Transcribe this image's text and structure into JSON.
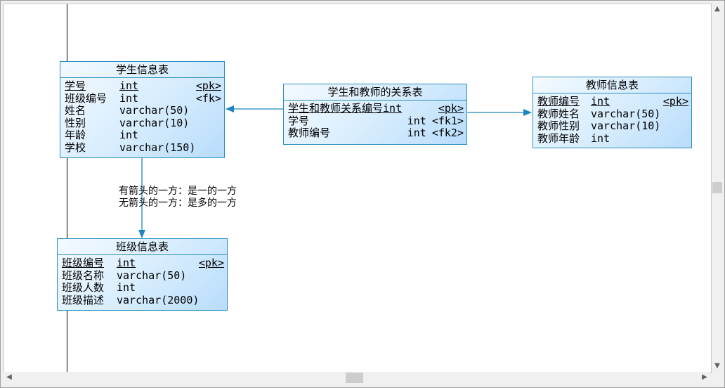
{
  "entities": {
    "student": {
      "title": "学生信息表",
      "rows": [
        {
          "name": "学号",
          "type": "int",
          "key": "<pk>"
        },
        {
          "name": "班级编号",
          "type": "int",
          "key": "<fk>"
        },
        {
          "name": "姓名",
          "type": "varchar(50)",
          "key": ""
        },
        {
          "name": "性别",
          "type": "varchar(10)",
          "key": ""
        },
        {
          "name": "年龄",
          "type": "int",
          "key": ""
        },
        {
          "name": "学校",
          "type": "varchar(150)",
          "key": ""
        }
      ]
    },
    "relation": {
      "title": "学生和教师的关系表",
      "rows": [
        {
          "name": "学生和教师关系编号",
          "type": "int",
          "key": "<pk>"
        },
        {
          "name": "学号",
          "type": "int",
          "key": "<fk1>"
        },
        {
          "name": "教师编号",
          "type": "int",
          "key": "<fk2>"
        }
      ]
    },
    "teacher": {
      "title": "教师信息表",
      "rows": [
        {
          "name": "教师编号",
          "type": "int",
          "key": "<pk>"
        },
        {
          "name": "教师姓名",
          "type": "varchar(50)",
          "key": ""
        },
        {
          "name": "教师性别",
          "type": "varchar(10)",
          "key": ""
        },
        {
          "name": "教师年龄",
          "type": "int",
          "key": ""
        }
      ]
    },
    "class": {
      "title": "班级信息表",
      "rows": [
        {
          "name": "班级编号",
          "type": "int",
          "key": "<pk>"
        },
        {
          "name": "班级名称",
          "type": "varchar(50)",
          "key": ""
        },
        {
          "name": "班级人数",
          "type": "int",
          "key": ""
        },
        {
          "name": "班级描述",
          "type": "varchar(2000)",
          "key": ""
        }
      ]
    }
  },
  "note": {
    "line1": "有箭头的一方：是一的一方",
    "line2": "无箭头的一方：是多的一方"
  },
  "colors": {
    "entity_border": "#2a8fbe",
    "connector": "#1a86c0"
  },
  "icons": {
    "scroll_up": "up-arrow-icon",
    "scroll_down": "down-arrow-icon",
    "scroll_left": "left-arrow-icon",
    "scroll_right": "right-arrow-icon"
  }
}
